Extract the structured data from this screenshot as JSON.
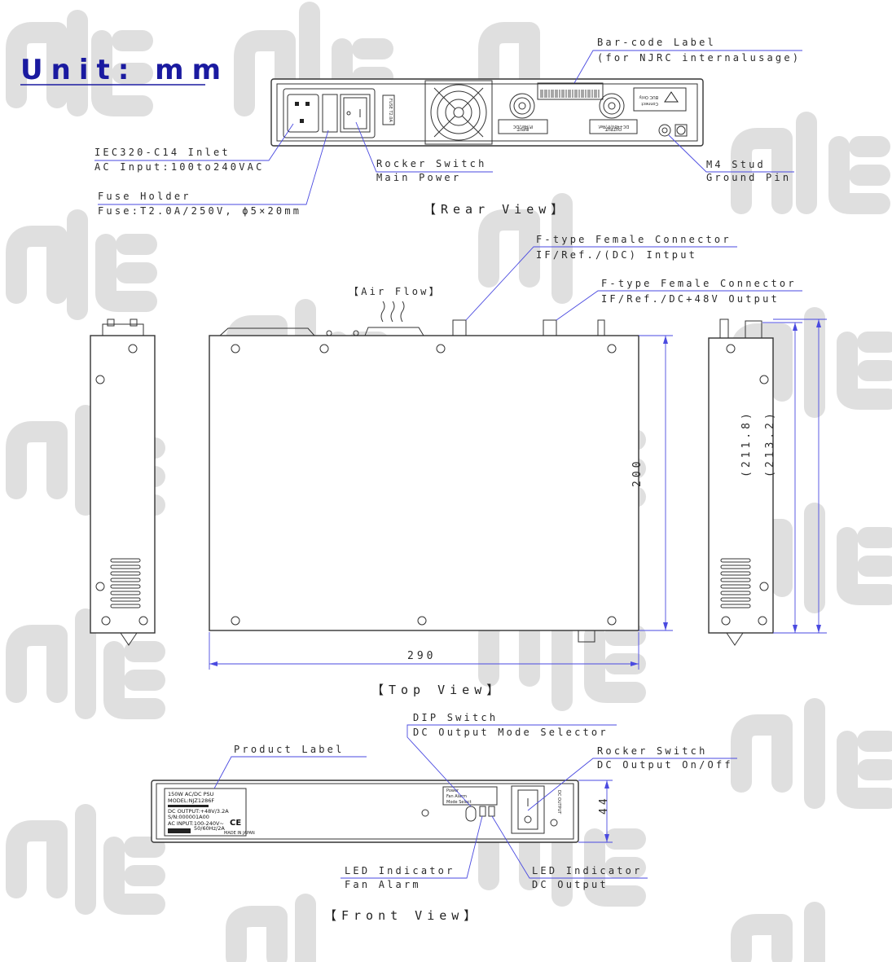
{
  "unit_label": "Unit: mm",
  "rear_view": {
    "title": "【Rear View】",
    "callouts": {
      "barcode_line1": "Bar-code Label",
      "barcode_line2": "(for NJRC internalusage)",
      "iec_line1": "IEC320-C14 Inlet",
      "iec_line2": "AC Input:100to240VAC",
      "fuse_line1": "Fuse Holder",
      "fuse_line2": "Fuse:T2.0A/250V, ϕ5×20mm",
      "rocker_line1": "Rocker Switch",
      "rocker_line2": "Main Power",
      "stud_line1": "M4 Stud",
      "stud_line2": "Ground Pin"
    },
    "panel_text": {
      "fuse_label": "FUSE T2.0A",
      "input_label": "INPUT",
      "input_sub": "IF/Ref./DC",
      "output_label": "OUTPUT",
      "output_sub": "DC+48V/IF/Ref.",
      "connect_label": "Connect",
      "buc_label": "BUC Only"
    }
  },
  "top_view": {
    "title": "【Top View】",
    "airflow": "【Air Flow】",
    "conn1_line1": "F-type Female Connector",
    "conn1_line2": "IF/Ref./(DC) Intput",
    "conn2_line1": "F-type Female Connector",
    "conn2_line2": "IF/Ref./DC+48V Output",
    "dims": {
      "width": "290",
      "depth": "200",
      "depth_b": "(211.8)",
      "depth_c": "(213.2)"
    }
  },
  "front_view": {
    "title": "【Front View】",
    "product_label": "Product Label",
    "dip_line1": "DIP Switch",
    "dip_line2": "DC Output Mode Selector",
    "rocker_line1": "Rocker Switch",
    "rocker_line2": "DC Output On/Off",
    "led1_line1": "LED Indicator",
    "led1_line2": "Fan Alarm",
    "led2_line1": "LED Indicator",
    "led2_line2": "DC Output",
    "height": "44",
    "label_text": {
      "l1": "150W AC/DC PSU",
      "l2": "MODEL:NJZ1286F",
      "l3": "DC OUTPUT:+48V/3.2A",
      "l4": "S/N:000001A00",
      "l5": "AC INPUT:100-240V~",
      "l6": "50/60Hz/2A",
      "l7": "MADE IN JAPAN",
      "mode_a": "Power",
      "mode_b": "Fan Alarm",
      "mode_c": "Mode Select",
      "dc_output": "DC OUTPUT"
    }
  }
}
